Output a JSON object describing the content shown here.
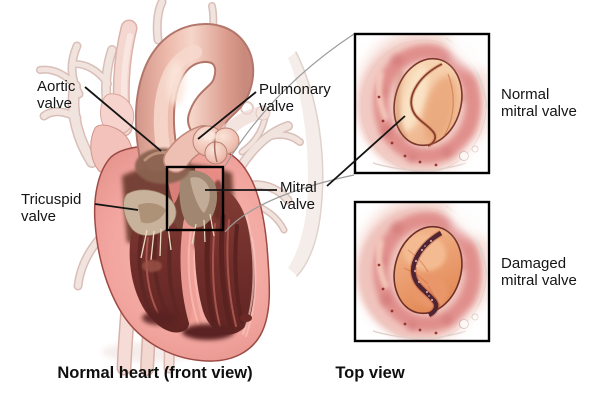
{
  "figure": {
    "labels": {
      "aortic": "Aortic\nvalve",
      "pulmonary": "Pulmonary\nvalve",
      "tricuspid": "Tricuspid\nvalve",
      "mitral": "Mitral\nvalve"
    },
    "insets": {
      "normal": {
        "label": "Normal\nmitral valve"
      },
      "damaged": {
        "label": "Damaged\nmitral valve"
      }
    },
    "captions": {
      "heart": "Normal heart (front view)",
      "top_view": "Top view"
    },
    "colors": {
      "ink": "#141414",
      "callout_gray": "#9b9b9b",
      "heart_wall_pink": "#f1a49d",
      "cavity_maroon": "#6f2d2a",
      "valve_tan": "#c9b29b",
      "annulus_outline": "#7c372c",
      "leaflet_peach": "#f2c09e",
      "damaged_gap": "#4e2531",
      "tissue_ring_pink": "#e08f8c",
      "ghost_vessel": "#f1e3de"
    }
  }
}
